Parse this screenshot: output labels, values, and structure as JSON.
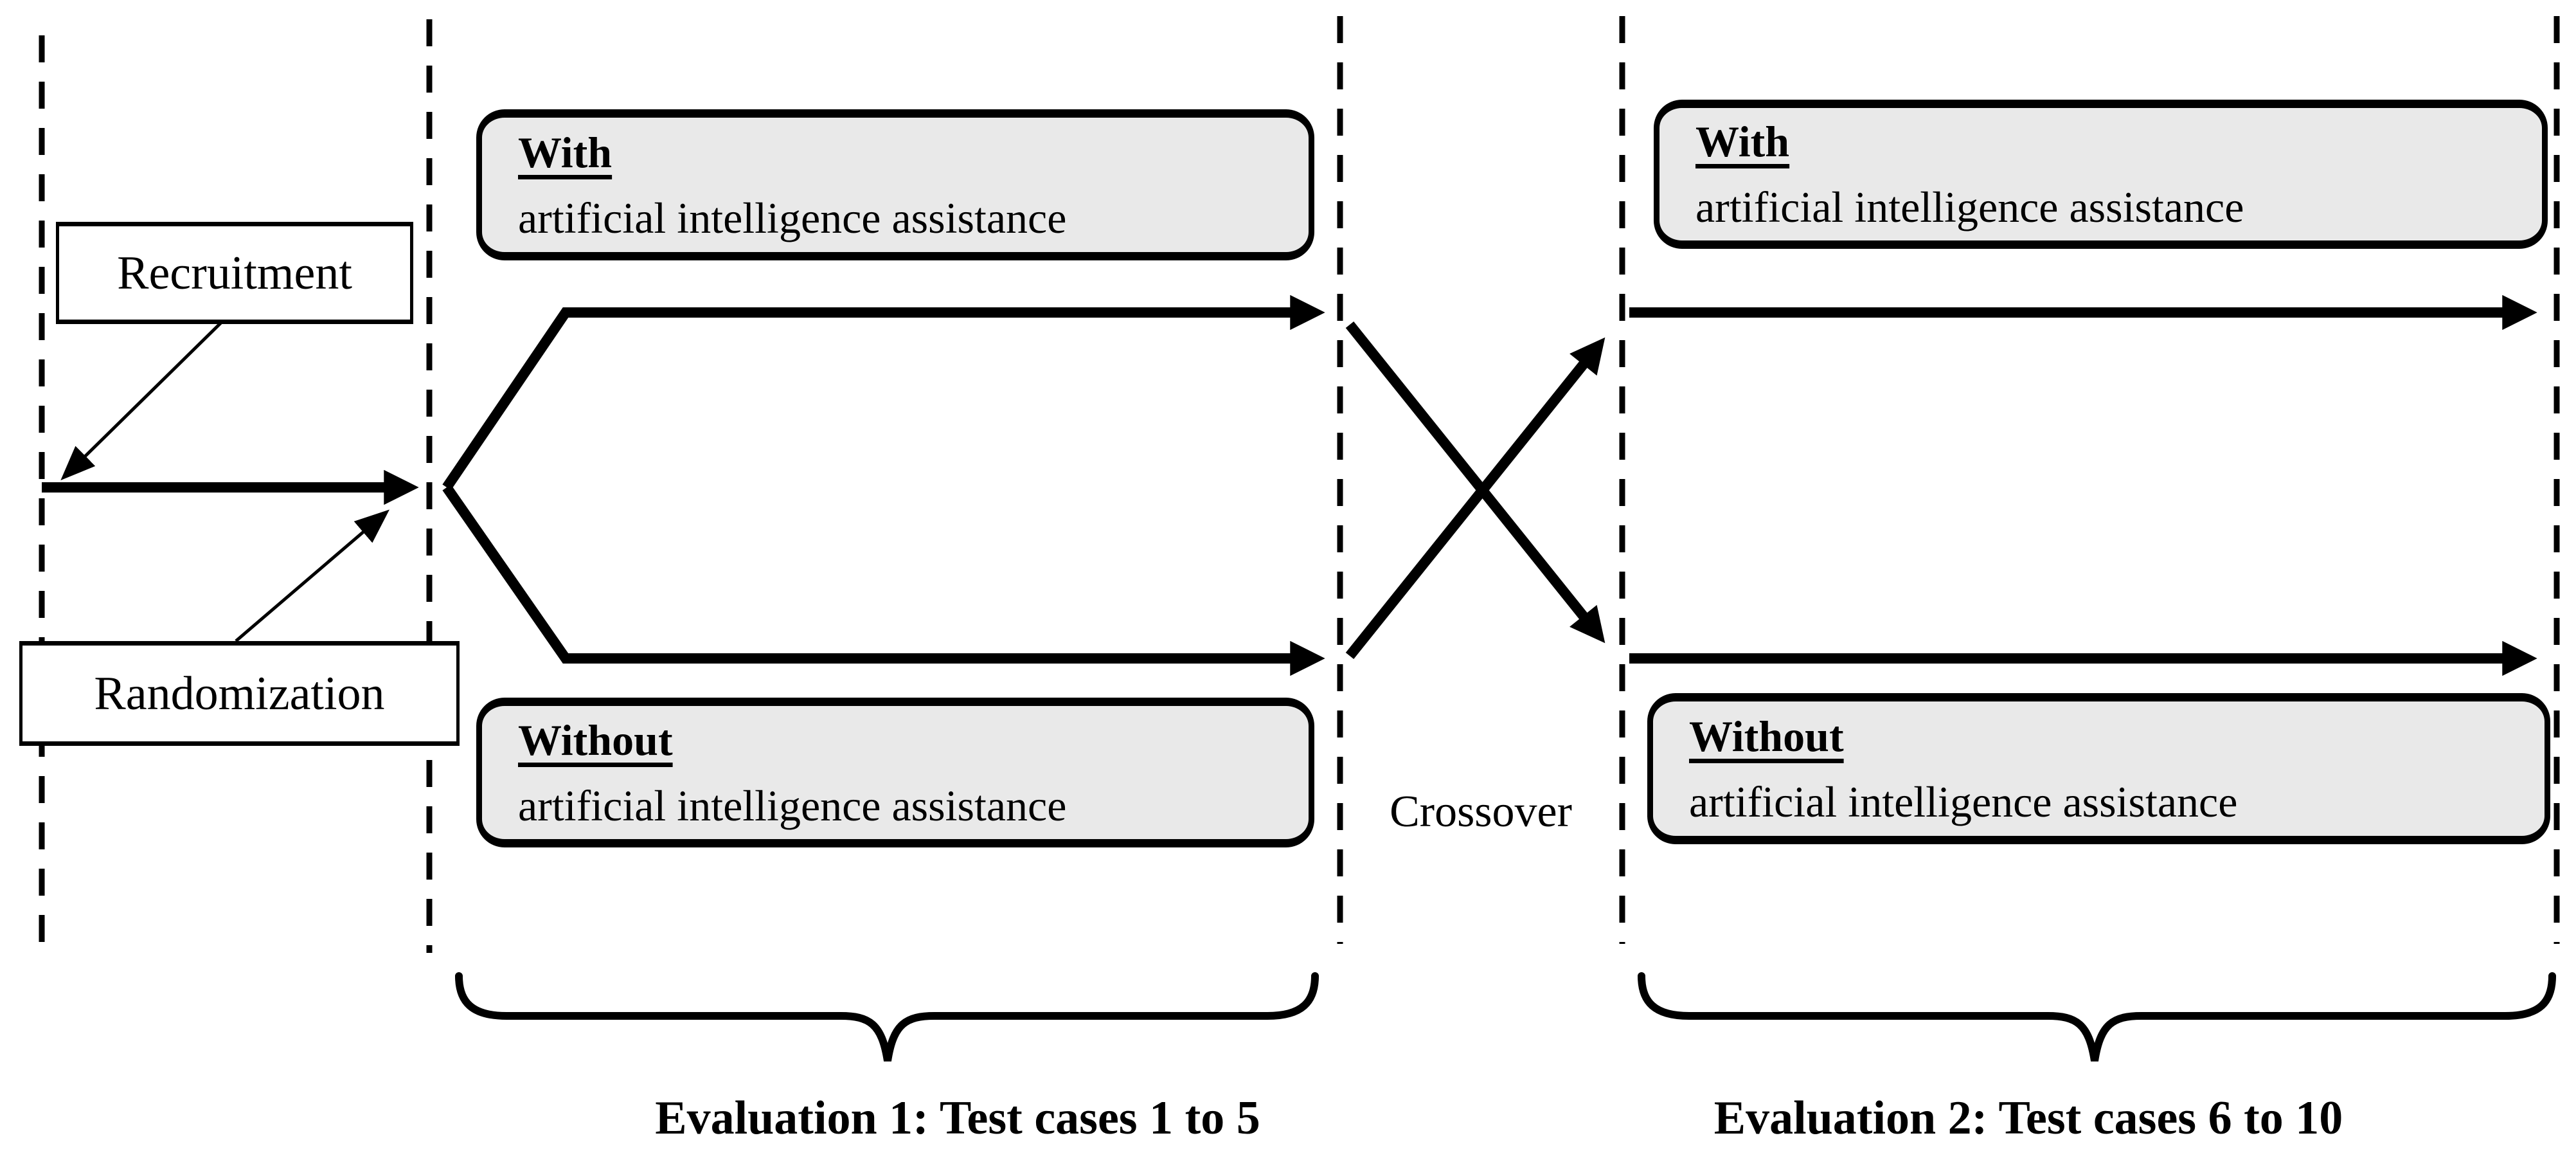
{
  "figure": {
    "stage_labels": {
      "recruitment": "Recruitment",
      "randomization": "Randomization",
      "crossover": "Crossover"
    },
    "period1": {
      "with_box": {
        "title": "With",
        "subtitle": "artificial intelligence assistance"
      },
      "without_box": {
        "title": "Without",
        "subtitle": "artificial intelligence assistance"
      },
      "evaluation_label": "Evaluation 1: Test cases 1 to 5"
    },
    "period2": {
      "with_box": {
        "title": "With",
        "subtitle": "artificial intelligence assistance"
      },
      "without_box": {
        "title": "Without",
        "subtitle": "artificial intelligence assistance"
      },
      "evaluation_label": "Evaluation 2: Test cases 6 to 10"
    },
    "colors": {
      "arm_box_fill": "#e9e9e9",
      "arm_box_border": "#000000",
      "label_box_fill": "#ffffff",
      "line_color": "#000000",
      "background": "#ffffff"
    }
  }
}
